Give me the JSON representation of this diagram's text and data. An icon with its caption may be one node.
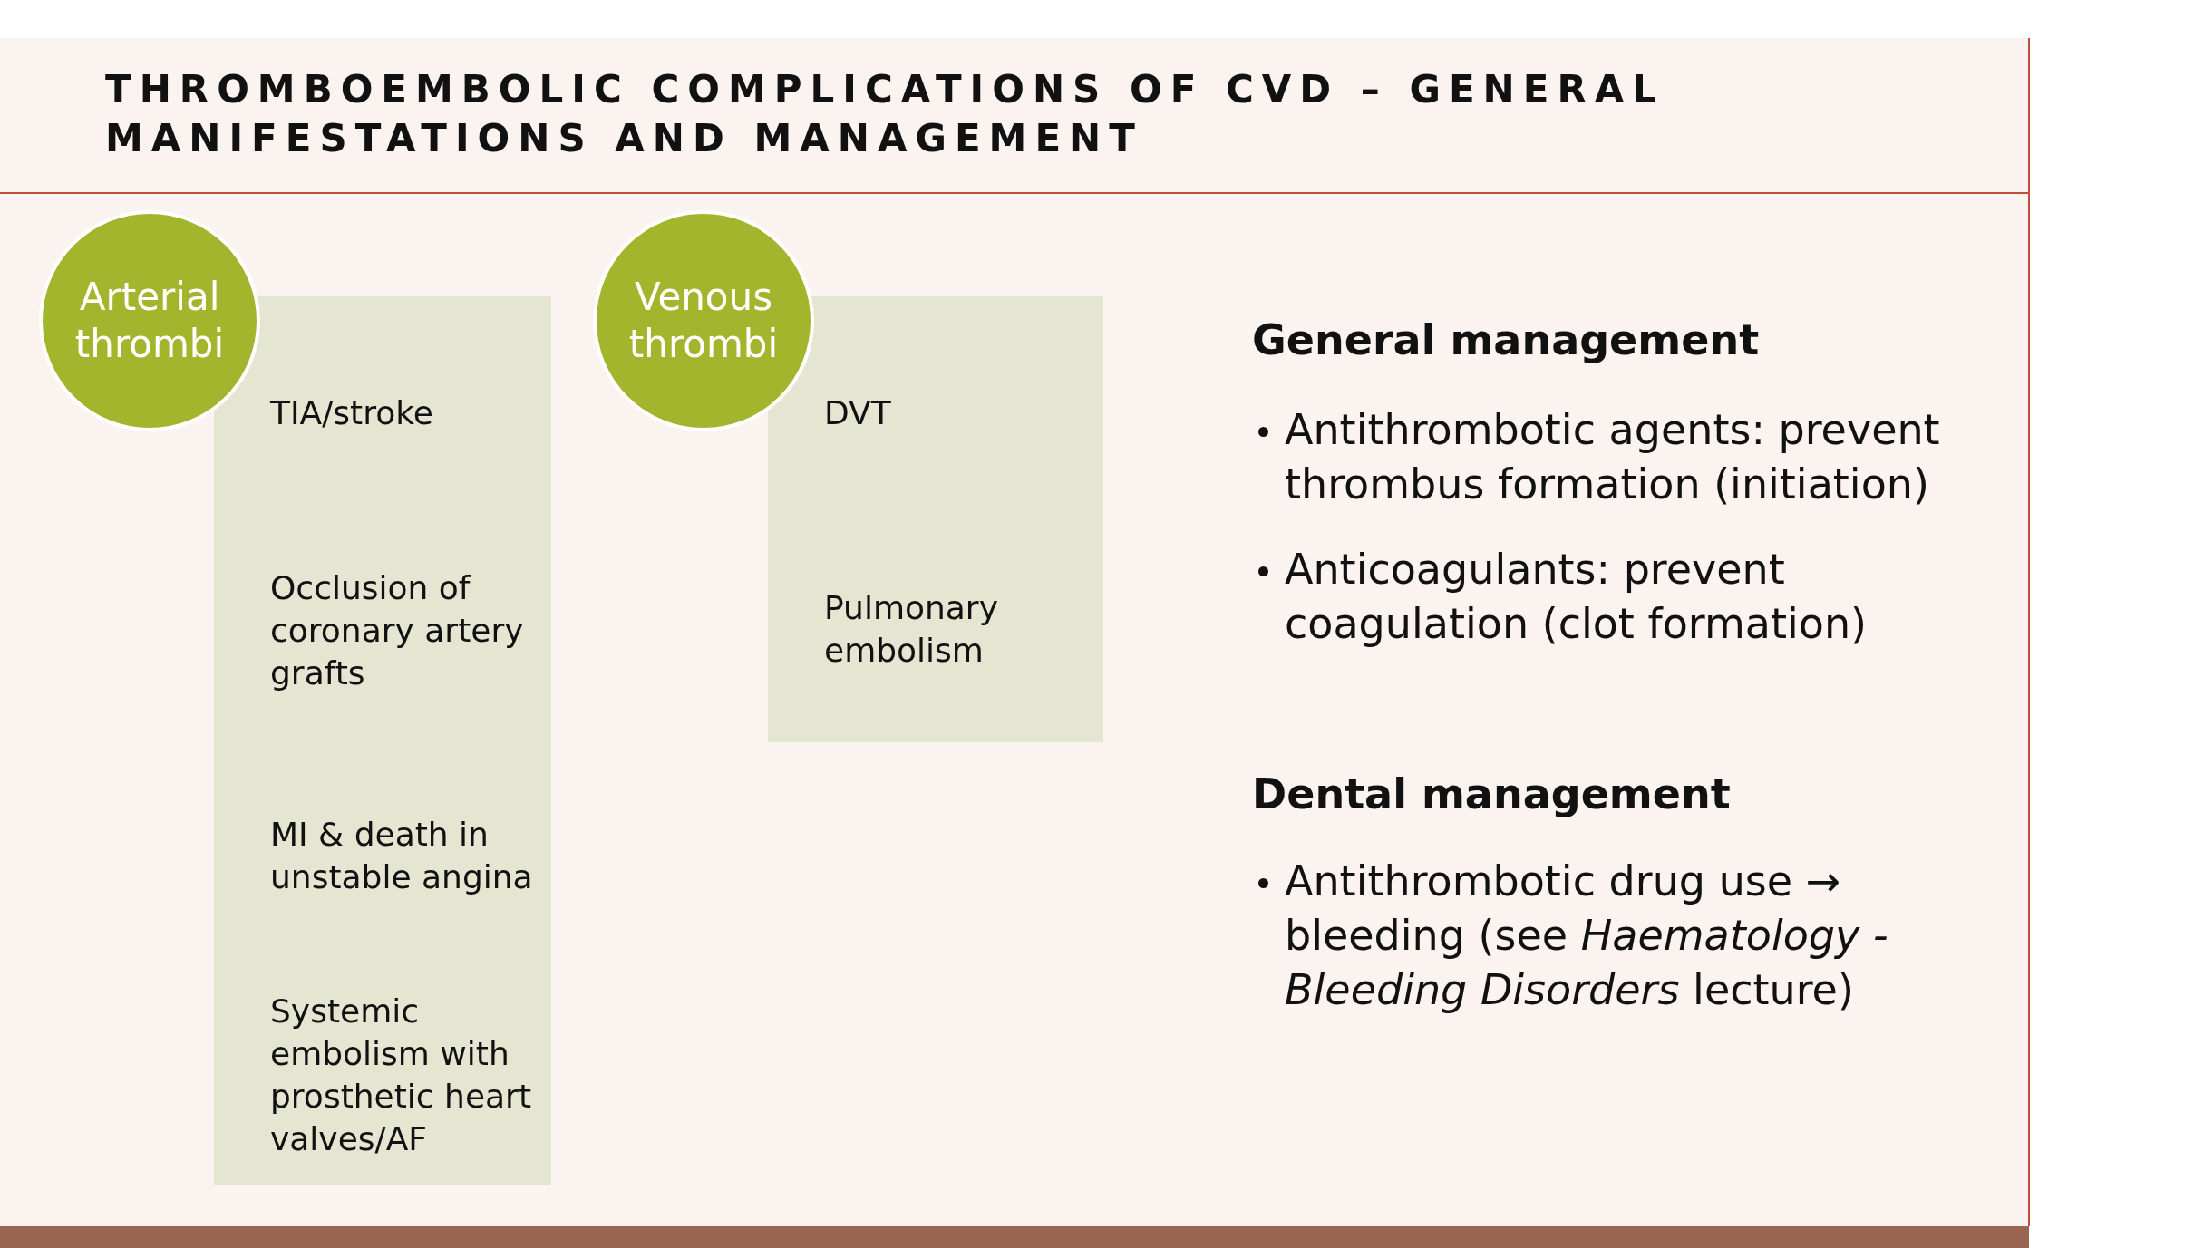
{
  "diagram": {
    "title": "THROMBOEMBOLIC COMPLICATIONS OF CVD – GENERAL MANIFESTATIONS AND MANAGEMENT",
    "nodes": [
      {
        "text": [
          "Arterial thrombi"
        ]
      },
      {
        "text": [
          "TIA/stroke",
          "Occlusion of coronary artery grafts",
          "MI & death in unstable angina",
          "Systemic embolism with prosthetic heart valves/AF"
        ]
      },
      {
        "text": [
          "Venous thrombi"
        ]
      },
      {
        "text": [
          "DVT",
          "Pulmonary embolism"
        ]
      }
    ],
    "labels": [
      "General management",
      "Antithrombotic agents: prevent thrombus formation (initiation)",
      "Anticoagulants: prevent coagulation (clot formation)",
      "Dental management",
      "Antithrombotic drug use → bleeding (see *Haematology - Bleeding Disorders* lecture)"
    ]
  }
}
